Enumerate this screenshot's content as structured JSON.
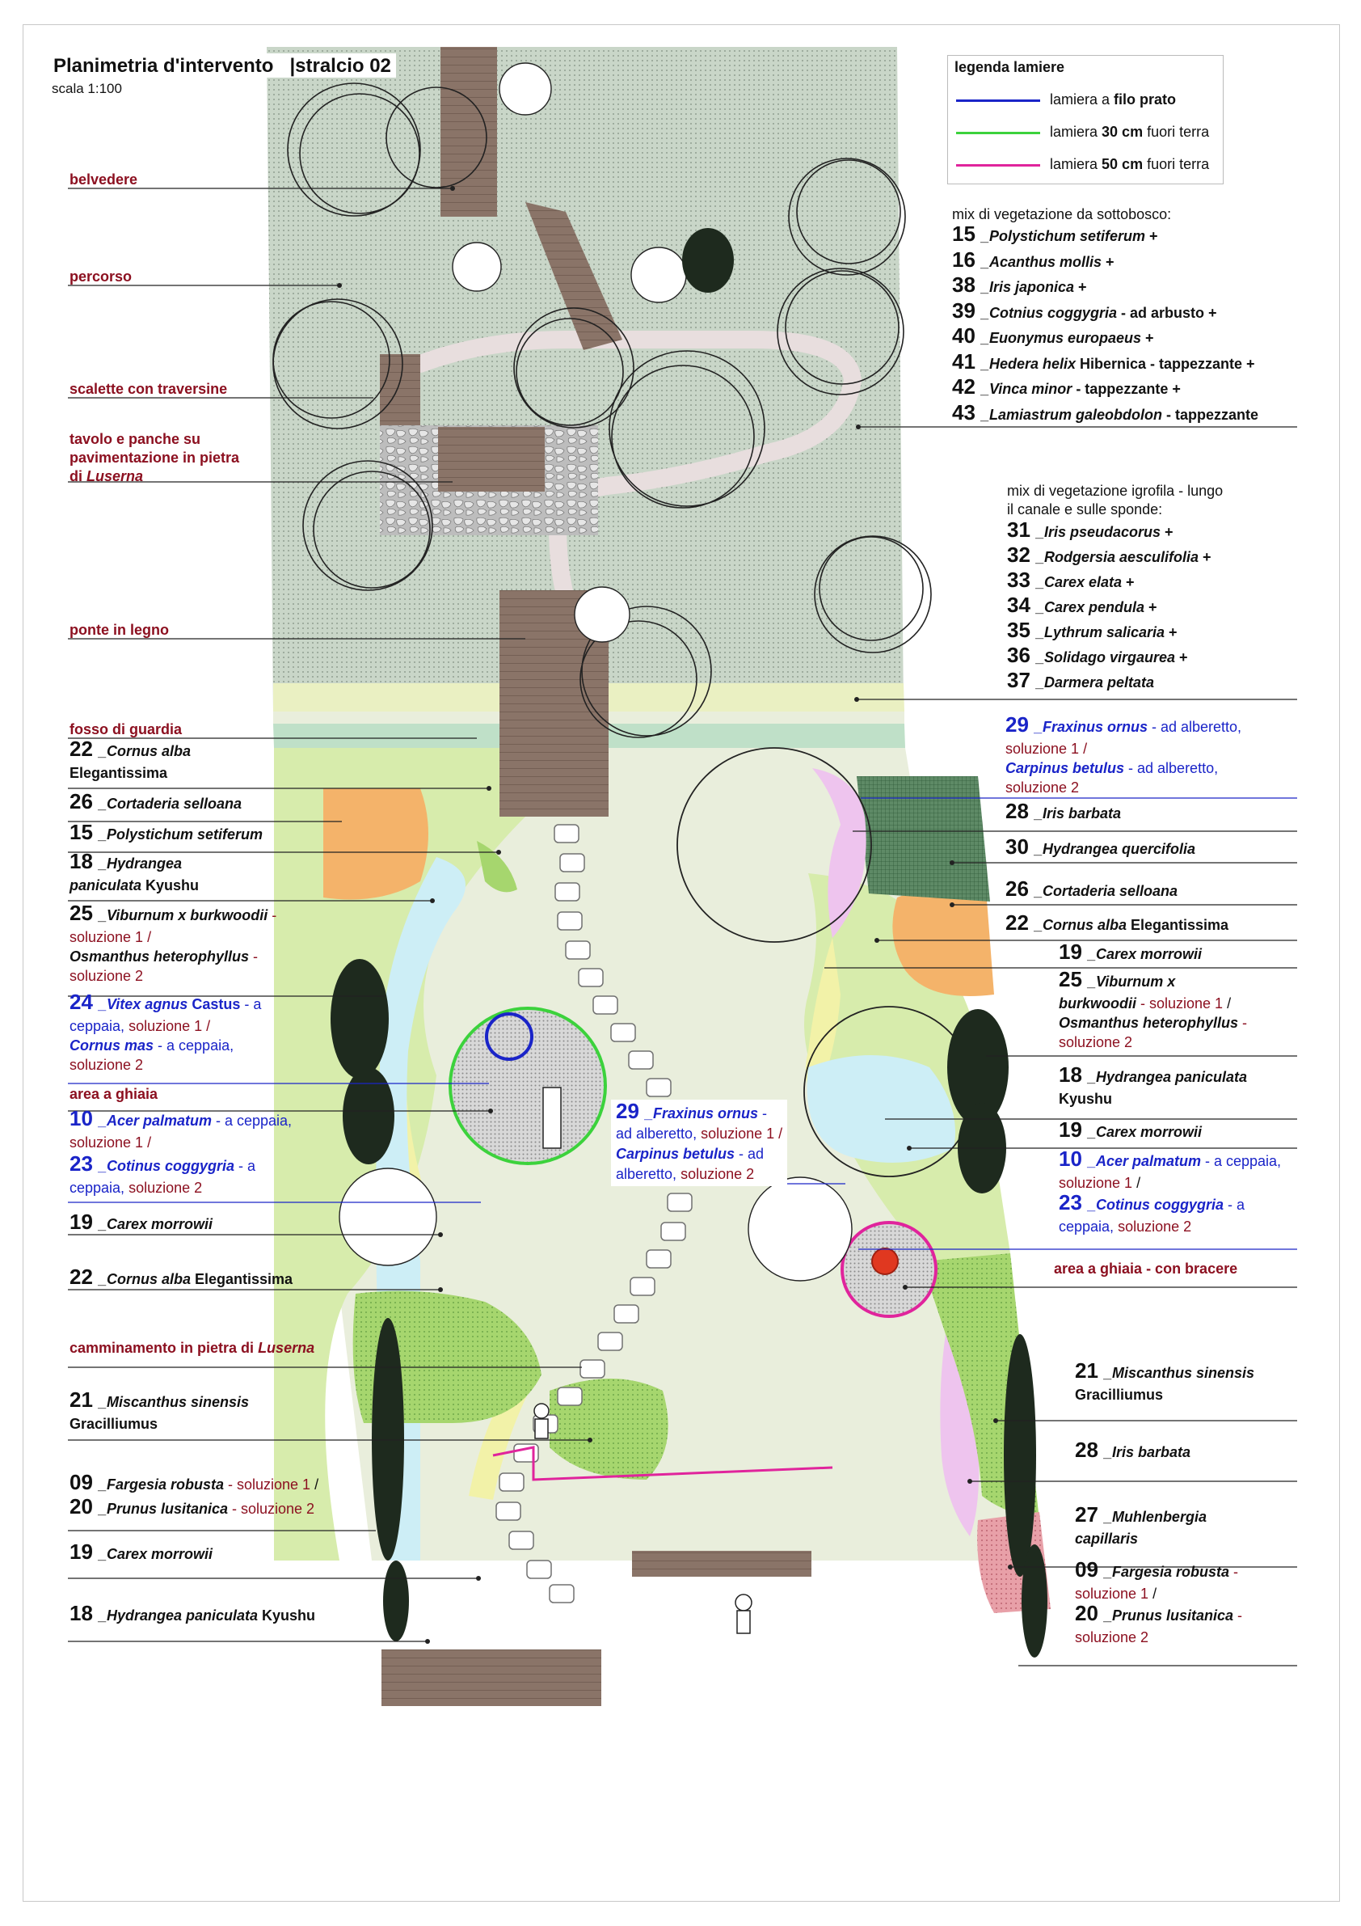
{
  "header": {
    "title": "Planimetria d'intervento   |stralcio 02",
    "scale": "scala 1:100"
  },
  "legend": {
    "title": "legenda lamiere",
    "items": [
      {
        "label_a": "lamiera a ",
        "label_b": "filo prato",
        "label_c": "",
        "color": "#1a24c8"
      },
      {
        "label_a": "lamiera ",
        "label_b": "30 cm",
        "label_c": " fuori terra",
        "color": "#3cd23c"
      },
      {
        "label_a": "lamiera ",
        "label_b": "50 cm",
        "label_c": " fuori terra",
        "color": "#e0249c"
      }
    ]
  },
  "colors": {
    "woodland": "#c9d6c8",
    "lawn": "#e9eedc",
    "light_green": "#d7ecac",
    "green": "#a6d66e",
    "orange": "#f4b36a",
    "water": "#cdeef6",
    "pink": "#eec4ee",
    "yellow": "#f2f2a8",
    "red_bed": "#e8a0a8",
    "wood": "#8a7468",
    "path": "#e8dede",
    "stone": "#bfbfbf"
  },
  "sottobosco": {
    "heading": "mix di vegetazione da sottobosco:",
    "items": [
      {
        "n": "15",
        "name": "_Polystichum setiferum",
        "rest": " +"
      },
      {
        "n": "16",
        "name": "_Acanthus mollis",
        "rest": " +"
      },
      {
        "n": "38",
        "name": "_Iris japonica",
        "rest": " +"
      },
      {
        "n": "39",
        "name": "_Cotnius coggygria",
        "rest": " - ad arbusto  +"
      },
      {
        "n": "40",
        "name": "_Euonymus europaeus",
        "rest": " +"
      },
      {
        "n": "41",
        "name": "_Hedera helix",
        "rest": " Hibernica - tappezzante  +"
      },
      {
        "n": "42",
        "name": "_Vinca minor",
        "rest": " - tappezzante  +"
      },
      {
        "n": "43",
        "name": "_Lamiastrum galeobdolon",
        "rest": " - tappezzante"
      }
    ]
  },
  "igrofila": {
    "heading1": "mix di vegetazione igrofila - lungo",
    "heading2": "il canale e sulle sponde:",
    "items": [
      {
        "n": "31",
        "name": "_Iris pseudacorus",
        "rest": " +"
      },
      {
        "n": "32",
        "name": "_Rodgersia aesculifolia",
        "rest": " +"
      },
      {
        "n": "33",
        "name": "_Carex elata",
        "rest": " +"
      },
      {
        "n": "34",
        "name": "_Carex pendula",
        "rest": " +"
      },
      {
        "n": "35",
        "name": "_Lythrum salicaria",
        "rest": " +"
      },
      {
        "n": "36",
        "name": "_Solidago virgaurea",
        "rest": " +"
      },
      {
        "n": "37",
        "name": "_Darmera peltata",
        "rest": ""
      }
    ]
  },
  "left_labels": {
    "belvedere": "belvedere",
    "percorso": "percorso",
    "scalette": "scalette con traversine",
    "tavolo1": "tavolo e panche su",
    "tavolo2": "pavimentazione in pietra",
    "tavolo3a": "di ",
    "tavolo3b": "Luserna",
    "ponte": "ponte in legno",
    "fosso": "fosso di guardia",
    "l22a_n": "22",
    "l22a_name": "_Cornus alba",
    "l22a_rest": "Elegantissima",
    "l26_n": "26",
    "l26_name": "_Cortaderia selloana",
    "l15_n": "15",
    "l15_name": "_Polystichum setiferum",
    "l18a_n": "18",
    "l18a_name": "_Hydrangea",
    "l18a_name2": "paniculata",
    "l18a_rest": " Kyushu",
    "l25_n": "25",
    "l25_name": "_Viburnum x burkwoodii",
    "l25_rest": " -",
    "l25_s1": "soluzione 1 /",
    "l25_alt": "Osmanthus heterophyllus",
    "l25_alt_rest": "  -",
    "l25_s2": "soluzione 2",
    "l24_n": "24",
    "l24_name": "_Vitex agnus",
    "l24_name2": " Castus",
    "l24_rest": " - a",
    "l24_l2a": "ceppaia,",
    "l24_l2b": "  soluzione 1  /",
    "l24_alt": "Cornus mas",
    "l24_alt_rest": " - a ceppaia,",
    "l24_s2": "soluzione 2",
    "ghiaia": "area a ghiaia",
    "l10_n": "10",
    "l10_name": "_Acer palmatum",
    "l10_rest": " - a ceppaia,",
    "l10_s1": "soluzione 1 /",
    "l23_n": "23",
    "l23_name": "_Cotinus coggygria",
    "l23_rest": " - a",
    "l23_l2a": "ceppaia,",
    "l23_l2b": "  soluzione 2",
    "l19a_n": "19",
    "l19a_name": "_Carex morrowii",
    "l22b_n": "22",
    "l22b_name": "_Cornus alba",
    "l22b_rest": " Elegantissima",
    "camm_a": "camminamento in pietra di ",
    "camm_b": "Luserna",
    "l21_n": "21",
    "l21_name": "_Miscanthus sinensis",
    "l21_rest": "Gracilliumus",
    "l09_n": "09",
    "l09_name": "_Fargesia robusta",
    "l09_rest": " - soluzione 1",
    "l09_sl": " /",
    "l20_n": "20",
    "l20_name": "_Prunus lusitanica",
    "l20_rest": " - soluzione 2",
    "l19b_n": "19",
    "l19b_name": "_Carex morrowii",
    "l18b_n": "18",
    "l18b_name": "_Hydrangea paniculata",
    "l18b_rest": " Kyushu"
  },
  "center_label": {
    "n": "29",
    "name": "_Fraxinus ornus",
    "rest": " -",
    "l2": "ad alberetto,",
    "l2b": " soluzione 1  /",
    "alt": "Carpinus betulus",
    "alt_rest": " - ad",
    "l4a": "alberetto,",
    "l4b": "  soluzione 2"
  },
  "right_labels": {
    "r29_n": "29",
    "r29_name": "_Fraxinus ornus",
    "r29_rest": " - ad alberetto,",
    "r29_s1": "soluzione 1 /",
    "r29_alt": "Carpinus betulus",
    "r29_alt_rest": " - ad alberetto,",
    "r29_s2": "soluzione 2",
    "r28a_n": "28",
    "r28a_name": "_Iris barbata",
    "r30_n": "30",
    "r30_name": "_Hydrangea quercifolia",
    "r26_n": "26",
    "r26_name": "_Cortaderia selloana",
    "r22_n": "22",
    "r22_name": "_Cornus alba",
    "r22_rest": " Elegantissima",
    "r19a_n": "19",
    "r19a_name": "_Carex morrowii",
    "r25_n": "25",
    "r25_name": "_Viburnum x",
    "r25_name2": "burkwoodii",
    "r25_rest": " - soluzione 1",
    "r25_sl": " /",
    "r25_alt": "Osmanthus heterophyllus",
    "r25_alt_rest": "  -",
    "r25_s2": "soluzione 2",
    "r18_n": "18",
    "r18_name": "_Hydrangea paniculata",
    "r18_rest": "Kyushu",
    "r19b_n": "19",
    "r19b_name": "_Carex morrowii",
    "r10_n": "10",
    "r10_name": "_Acer palmatum",
    "r10_rest": " - a ceppaia,",
    "r10_s1": "soluzione 1",
    "r10_sl": " /",
    "r23_n": "23",
    "r23_name": "_Cotinus coggygria",
    "r23_rest": " - a",
    "r23_l2a": "ceppaia,",
    "r23_l2b": "  soluzione 2",
    "bracere": "area a ghiaia - con bracere",
    "r21_n": "21",
    "r21_name": "_Miscanthus sinensis",
    "r21_rest": "Gracilliumus",
    "r28b_n": "28",
    "r28b_name": "_Iris barbata",
    "r27_n": "27",
    "r27_name": "_Muhlenbergia",
    "r27_name2": "capillaris",
    "r09_n": "09",
    "r09_name": "_Fargesia robusta",
    "r09_rest": " -",
    "r09_s1": "soluzione 1",
    "r09_sl": " /",
    "r20_n": "20",
    "r20_name": "_Prunus lusitanica",
    "r20_rest": " -",
    "r20_s2": "soluzione 2"
  }
}
